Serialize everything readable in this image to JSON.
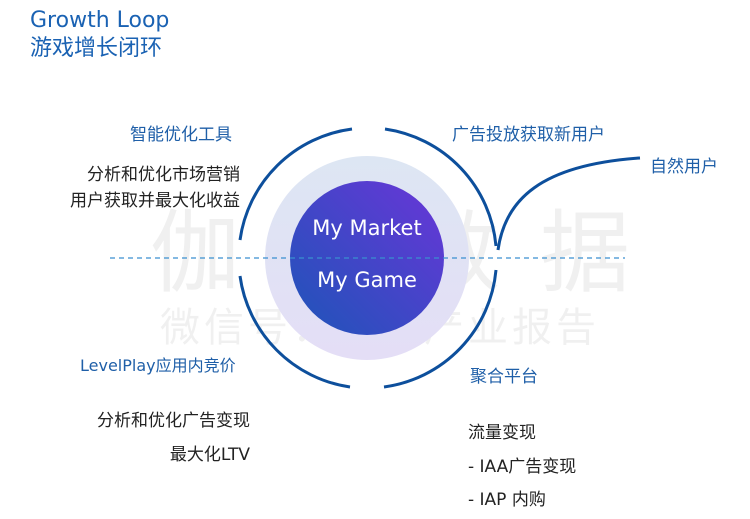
{
  "title": {
    "en": "Growth Loop",
    "cn": "游戏增长闭环"
  },
  "center": {
    "top": "My Market",
    "bottom": "My Game"
  },
  "quadrants": {
    "top_left": {
      "label": "智能优化工具",
      "desc": [
        "分析和优化市场营销",
        "用户获取并最大化收益"
      ]
    },
    "top_right": {
      "label": "广告投放获取新用户",
      "extra": "自然用户"
    },
    "bottom_left": {
      "label": "LevelPlay应用内竞价",
      "desc": [
        "分析和优化广告变现",
        "最大化LTV"
      ]
    },
    "bottom_right": {
      "label": "聚合平台",
      "desc": [
        "流量变现",
        "- IAA广告变现",
        "- IAP 内购"
      ]
    }
  },
  "watermark": {
    "line1": "伽马数据",
    "line2": "微信号：游戏产业报告"
  },
  "colors": {
    "accent": "#0d4f9c",
    "title": "#1a62b3",
    "dashed": "#3a8fd0"
  }
}
